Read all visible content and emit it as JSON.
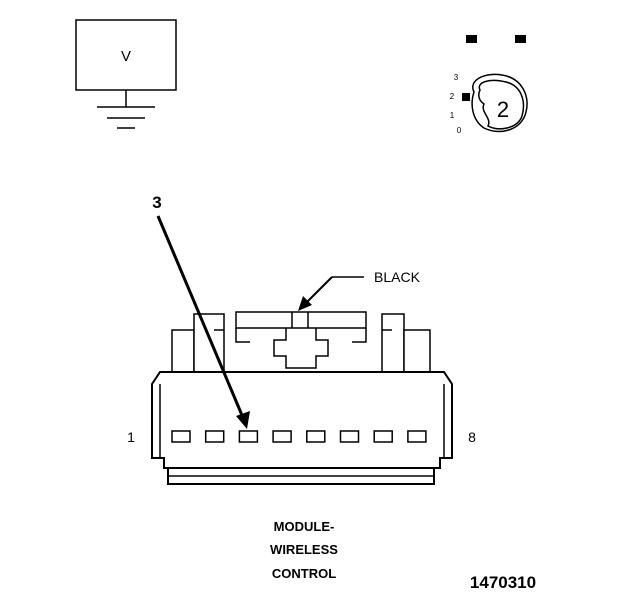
{
  "meter": {
    "symbol": "V"
  },
  "selector": {
    "positions": [
      "3",
      "2",
      "1",
      "0"
    ],
    "setting": "2"
  },
  "connector": {
    "callout_number": "3",
    "color_label": "BLACK",
    "pin_first": "1",
    "pin_last": "8",
    "pin_count": 8,
    "name_lines": [
      "MODULE-",
      "WIRELESS",
      "CONTROL"
    ]
  },
  "figure_id": "1470310"
}
